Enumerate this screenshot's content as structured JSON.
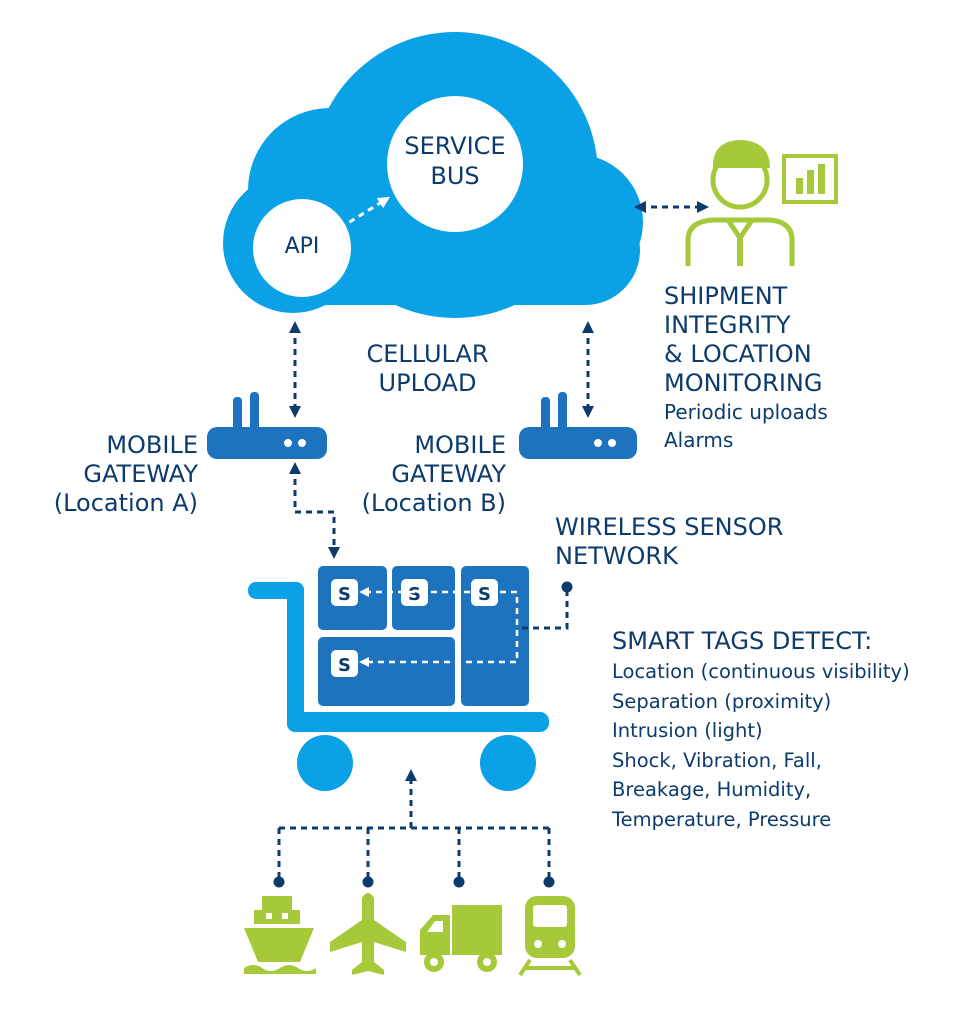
{
  "cloud": {
    "service_bus_line1": "SERVICE",
    "service_bus_line2": "BUS",
    "api": "API"
  },
  "cellular": {
    "line1": "CELLULAR",
    "line2": "UPLOAD"
  },
  "gateway_a": {
    "line1": "MOBILE",
    "line2": "GATEWAY",
    "line3": "(Location A)"
  },
  "gateway_b": {
    "line1": "MOBILE",
    "line2": "GATEWAY",
    "line3": "(Location B)"
  },
  "monitoring": {
    "line1": "SHIPMENT",
    "line2": "INTEGRITY",
    "line3": "& LOCATION",
    "line4": "MONITORING",
    "detail1": "Periodic uploads",
    "detail2": "Alarms"
  },
  "wsn": {
    "line1": "WIRELESS SENSOR",
    "line2": "NETWORK"
  },
  "smart_tags": {
    "heading": "SMART TAGS DETECT:",
    "items": [
      "Location (continuous visibility)",
      "Separation (proximity)",
      "Intrusion (light)",
      "Shock, Vibration, Fall,",
      "Breakage, Humidity,",
      "Temperature, Pressure"
    ]
  },
  "sensor_letter": "S",
  "colors": {
    "cloud_blue": "#0aa1e6",
    "navy": "#0d3b6b",
    "mid_blue": "#1e73be",
    "light_blue": "#2d8fd6",
    "green": "#a6c93a"
  },
  "icons": [
    "ship-icon",
    "airplane-icon",
    "truck-icon",
    "train-icon",
    "analyst-person-icon",
    "bar-chart-icon",
    "router-icon",
    "cart-icon"
  ]
}
